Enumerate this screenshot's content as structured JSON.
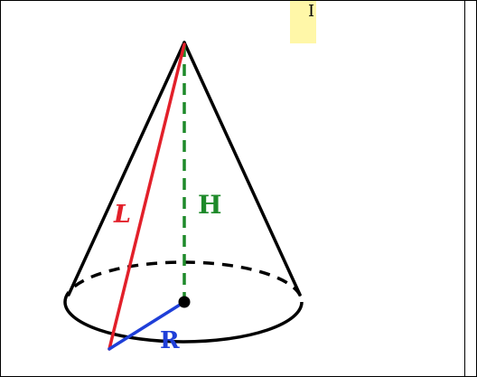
{
  "diagram": {
    "labels": {
      "slant": "L",
      "height": "H",
      "radius": "R"
    },
    "colors": {
      "outline": "#000000",
      "slant": "#e2202a",
      "height": "#1e8a2a",
      "radius": "#1f3fd8",
      "highlight": "#fff7a8"
    },
    "highlight_glyph": "Ⅰ"
  }
}
